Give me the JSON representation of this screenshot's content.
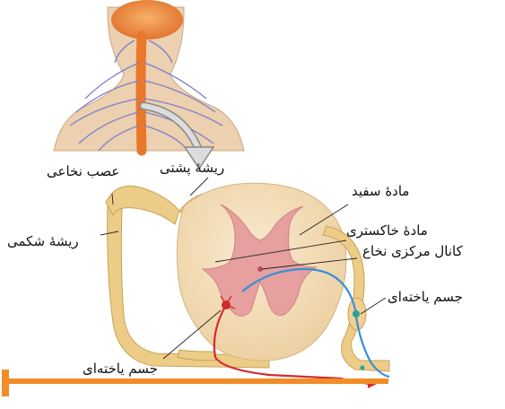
{
  "labels": {
    "spinal_nerve": "عصب نخاعی",
    "dorsal_root": "ریشهٔ پشتی",
    "ventral_root": "ریشهٔ شکمی",
    "white_matter": "مادهٔ سفید",
    "gray_matter": "مادهٔ خاکستری",
    "central_canal": "کانال مرکزی نخاع",
    "cell_body_right": "جسم یاخته‌ای",
    "cell_body_bottom": "جسم یاخته‌ای"
  },
  "colors": {
    "skin": "#e9c9a8",
    "brain": "#f08a3c",
    "cord_orange": "#f0882f",
    "nerves": "#7f7fc8",
    "white_matter": "#f2ddb0",
    "gray_matter": "#e6a0a0",
    "nerve_yellow": "#eccc86",
    "sensory_blue": "#3a8fd6",
    "motor_red": "#d62a2a",
    "cell_teal": "#2aa0a0",
    "bar": "#f28c28",
    "arrow_fill": "#d8d8d8",
    "arrow_stroke": "#888888"
  }
}
